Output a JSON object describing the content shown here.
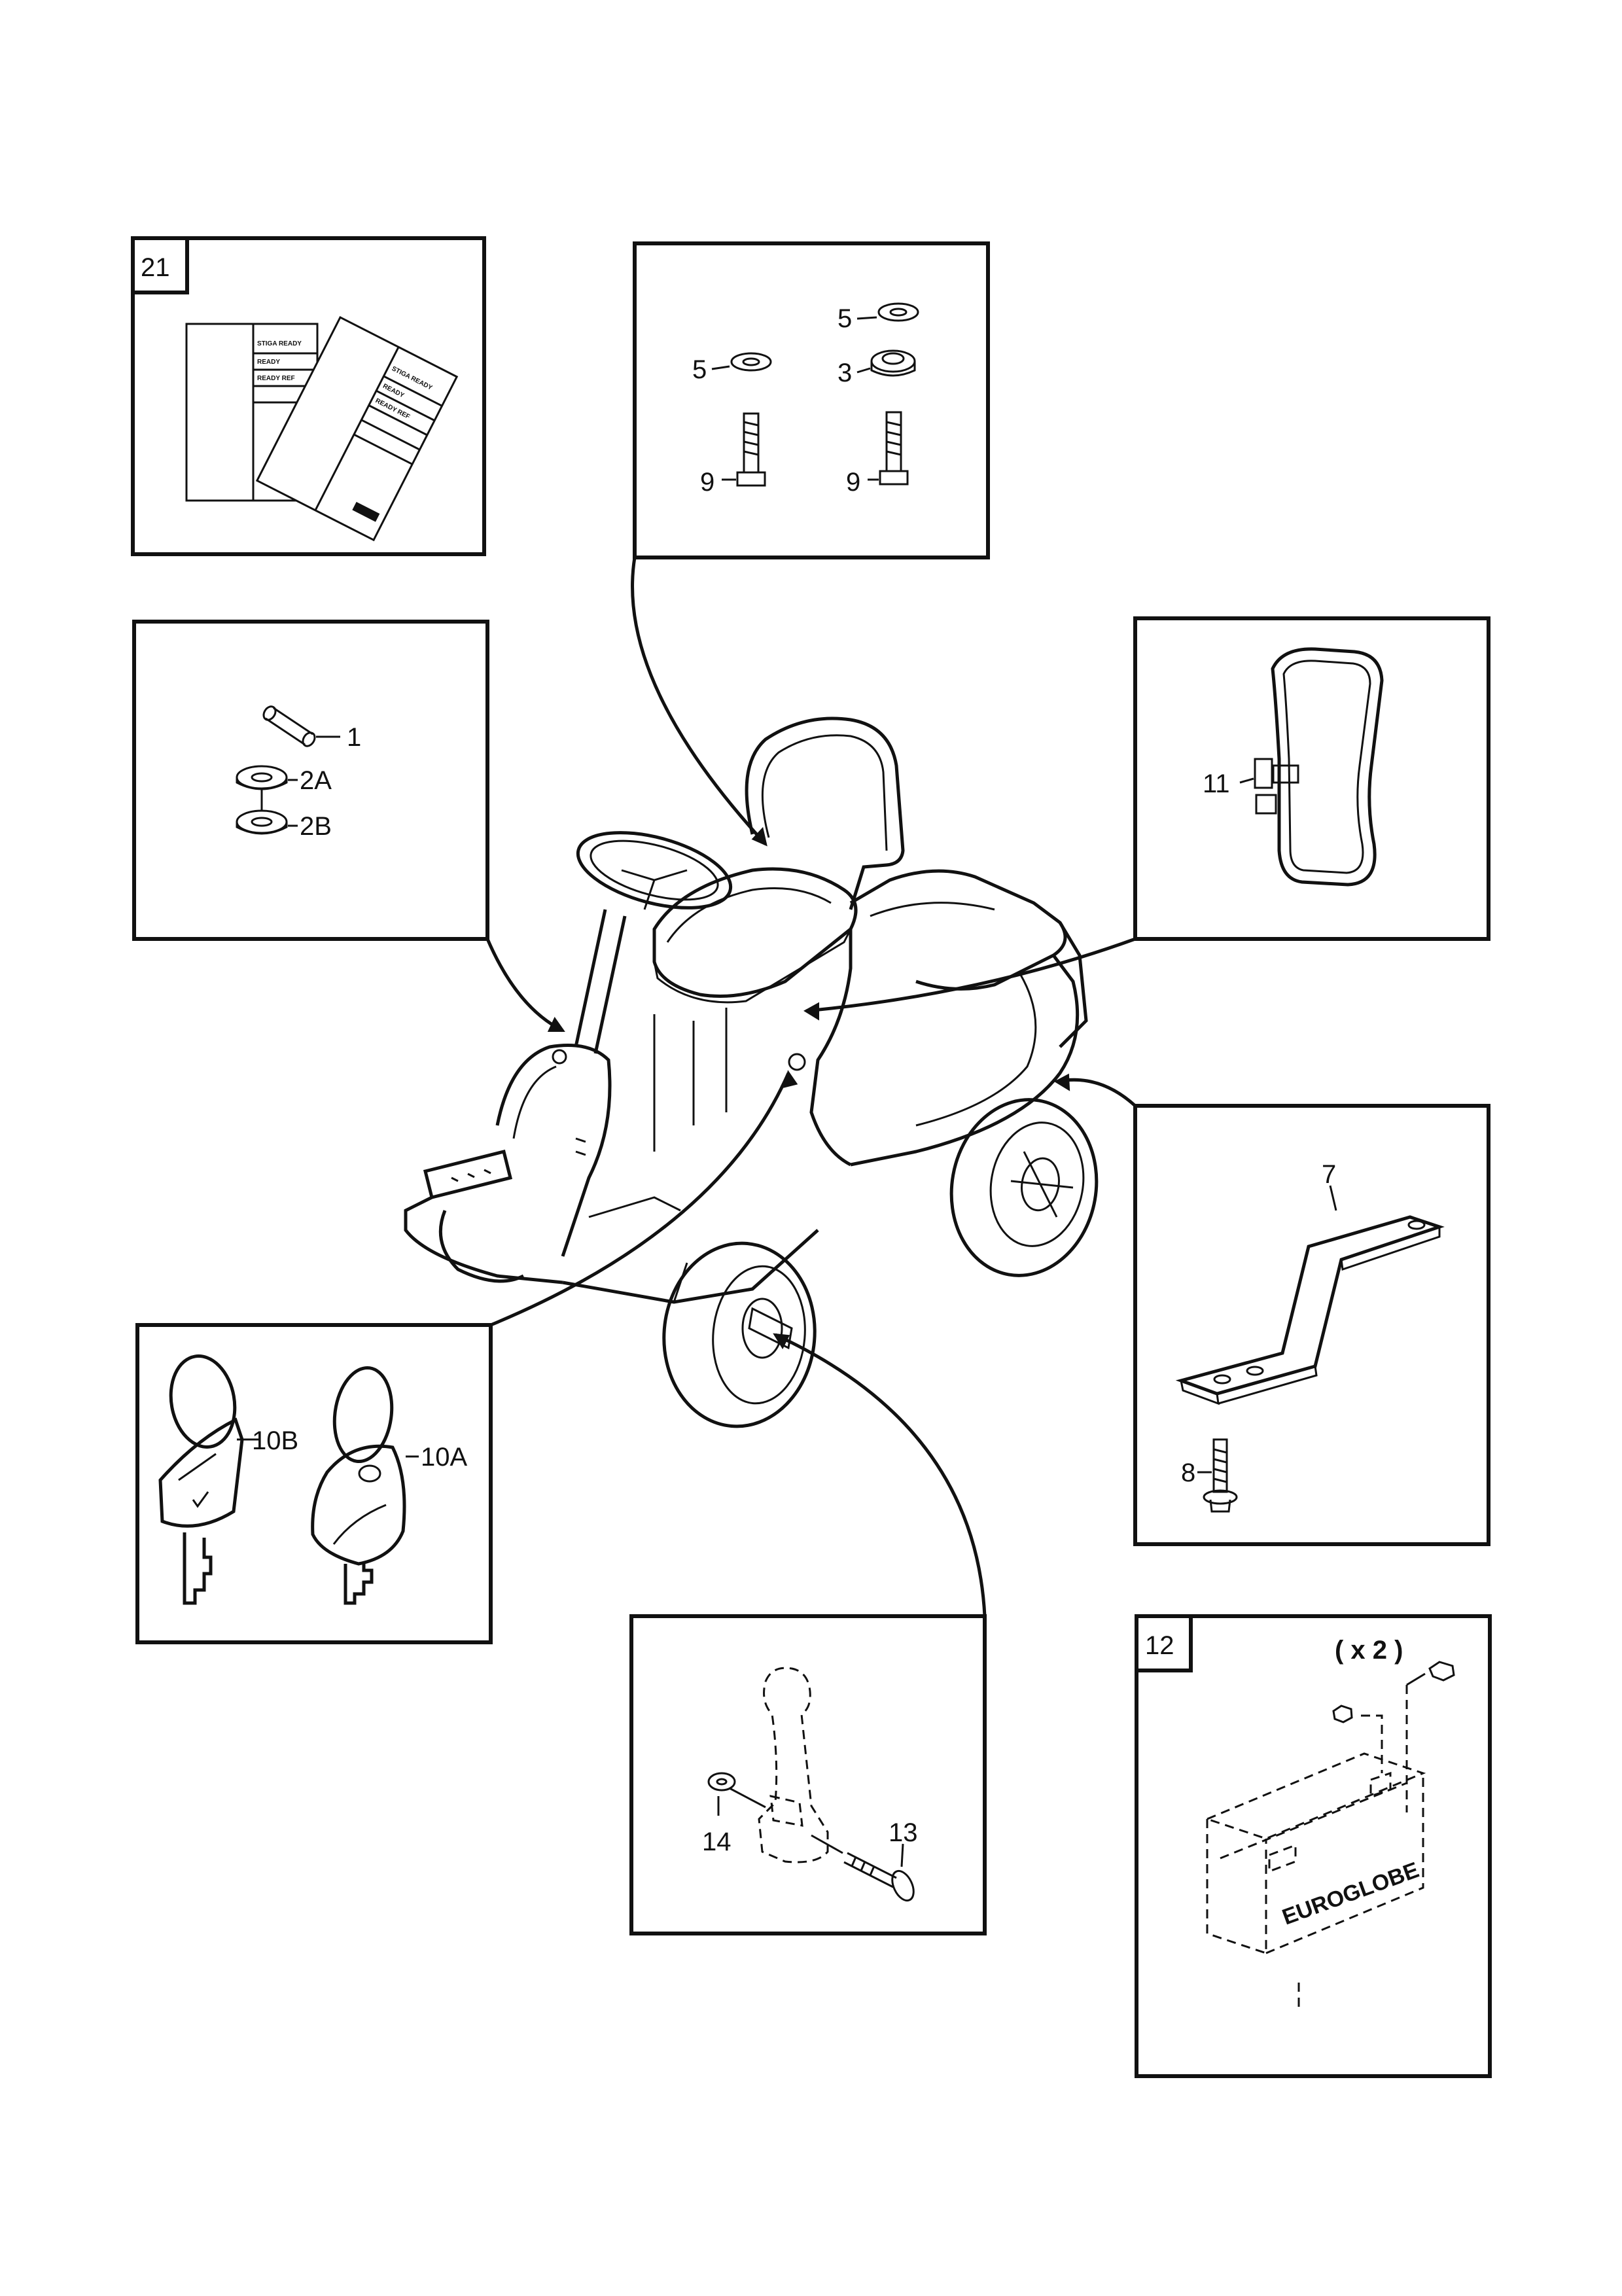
{
  "panels": {
    "manuals": {
      "number": "21",
      "doc_front": [
        "STIGA READY",
        "READY",
        "READY REF"
      ],
      "doc_back": [
        "STIGA READY",
        "READY",
        "READY REF"
      ]
    },
    "bolts": {
      "labels": [
        "5",
        "5",
        "3",
        "9",
        "9"
      ]
    },
    "pins": {
      "labels": [
        "1",
        "2A",
        "2B"
      ]
    },
    "strap": {
      "labels": [
        "11"
      ]
    },
    "keys": {
      "labels": [
        "10B",
        "10A"
      ]
    },
    "bracket": {
      "labels": [
        "7",
        "8"
      ]
    },
    "pedal": {
      "labels": [
        "14",
        "13"
      ]
    },
    "battery": {
      "number": "12",
      "quantity": "( x 2 )",
      "brand": "EUROGLOBE"
    }
  }
}
